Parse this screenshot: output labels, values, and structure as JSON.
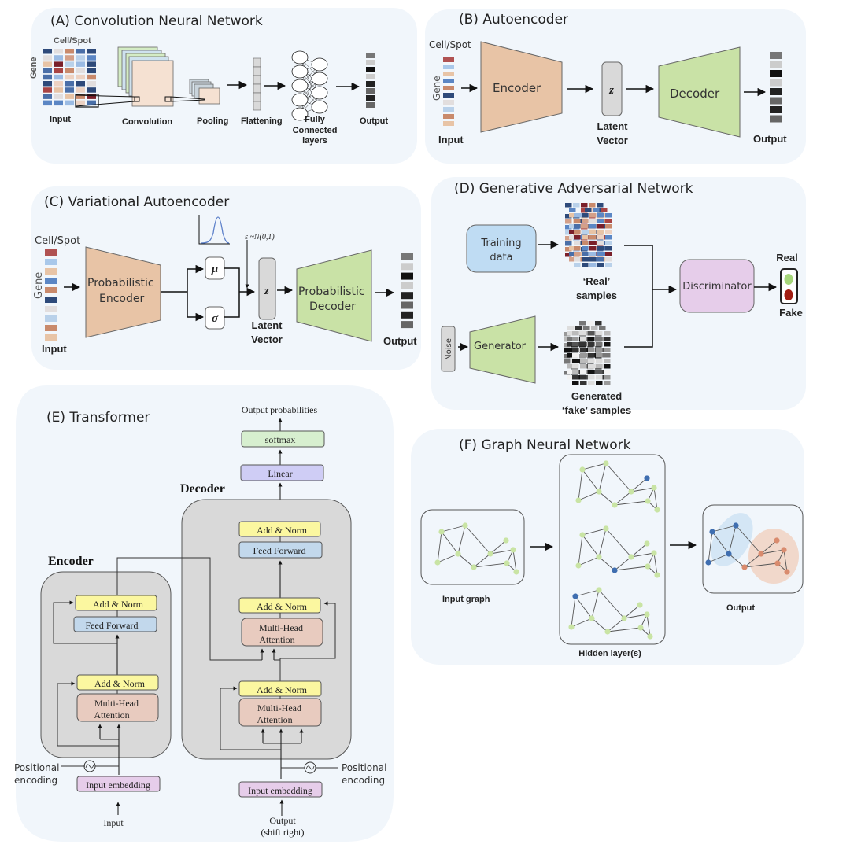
{
  "panels": {
    "cnn": {
      "title": "(A) Convolution Neural Network",
      "axis_col": "Cell/Spot",
      "axis_row": "Gene",
      "labels": [
        "Input",
        "Convolution",
        "Pooling",
        "Flattening",
        "Fully",
        "Connected",
        "layers",
        "Output"
      ]
    },
    "ae": {
      "title": "(B) Autoencoder",
      "axis_col": "Cell/Spot",
      "axis_row": "Gene",
      "encoder": "Encoder",
      "latent_symbol": "z",
      "decoder": "Decoder",
      "input": "Input",
      "latent_line1": "Latent",
      "latent_line2": "Vector",
      "output": "Output"
    },
    "vae": {
      "title": "(C) Variational Autoencoder",
      "axis_col": "Cell/Spot",
      "axis_row": "Gene",
      "encoder_line1": "Probabilistic",
      "encoder_line2": "Encoder",
      "mu": "μ",
      "sigma": "σ",
      "epsilon": "ε ~N(0,1)",
      "latent_symbol": "z",
      "decoder_line1": "Probabilistic",
      "decoder_line2": "Decoder",
      "input": "Input",
      "latent_line1": "Latent",
      "latent_line2": "Vector",
      "output": "Output"
    },
    "gan": {
      "title": "(D) Generative Adversarial Network",
      "training_line1": "Training",
      "training_line2": "data",
      "real_line1": "‘Real’",
      "real_line2": "samples",
      "noise": "Noise",
      "generator": "Generator",
      "fake_line1": "Generated",
      "fake_line2": "‘fake’ samples",
      "discriminator": "Discriminator",
      "real": "Real",
      "fake": "Fake"
    },
    "transformer": {
      "title": "(E) Transformer",
      "output_probabilities": "Output probabilities",
      "softmax": "softmax",
      "linear": "Linear",
      "decoder": "Decoder",
      "encoder": "Encoder",
      "add_norm": "Add & Norm",
      "feed_forward": "Feed Forward",
      "mha_line1": "Multi-Head",
      "mha_line2": "Attention",
      "positional_line1": "Positional",
      "positional_line2": "encoding",
      "input_embedding": "Input embedding",
      "input": "Input",
      "output_line1": "Output",
      "output_line2": "(shift right)"
    },
    "gnn": {
      "title": "(F) Graph Neural Network",
      "input_graph": "Input graph",
      "hidden": "Hidden layer(s)",
      "output": "Output"
    }
  },
  "colors": {
    "panel_bg": "#f1f6fb",
    "encoder_fill": "#e8c4a6",
    "decoder_fill": "#c9e2a6",
    "latent_fill": "#d9d9d9",
    "training_fill": "#bfdcf3",
    "discriminator_fill": "#e6cdea",
    "add_norm_fill": "#fbf7a0",
    "feed_forward_fill": "#c2d8ec",
    "mha_fill": "#e8cbbf",
    "embedding_fill": "#e6cdea",
    "softmax_fill": "#d7efcf",
    "linear_fill": "#cfcdf5",
    "node_green": "#c9e4a4",
    "node_blue": "#3f6eb0",
    "node_orange": "#d98b6e"
  }
}
